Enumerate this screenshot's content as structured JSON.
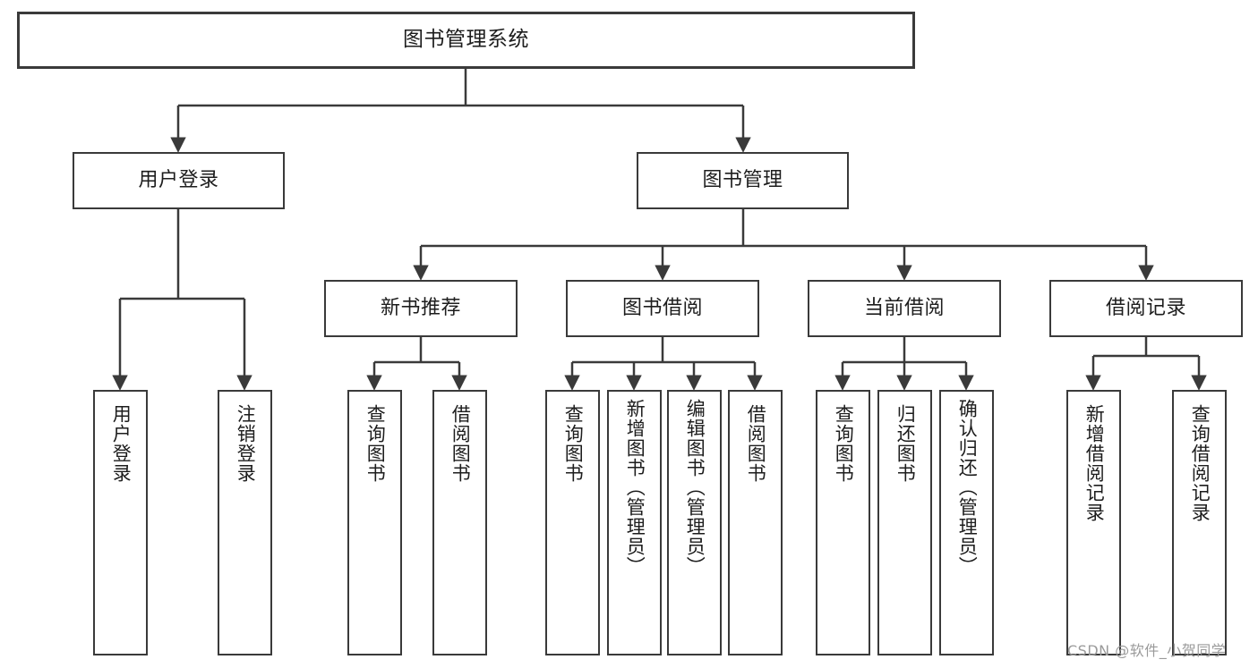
{
  "diagram": {
    "title": "图书管理系统",
    "type": "功能结构图",
    "stroke_color": "#3a3a3a",
    "text_color": "#1d1d1d",
    "background_color": "#ffffff",
    "root": {
      "label": "图书管理系统"
    },
    "level1": [
      {
        "label": "用户登录"
      },
      {
        "label": "图书管理"
      }
    ],
    "level2": [
      {
        "label": "新书推荐"
      },
      {
        "label": "图书借阅"
      },
      {
        "label": "当前借阅"
      },
      {
        "label": "借阅记录"
      }
    ],
    "leaves": {
      "user_login": [
        {
          "label": "用户登录"
        },
        {
          "label": "注销登录"
        }
      ],
      "new_book": [
        {
          "label": "查询图书"
        },
        {
          "label": "借阅图书"
        }
      ],
      "book_borrow": [
        {
          "label": "查询图书"
        },
        {
          "label": "新增图书（管理员）"
        },
        {
          "label": "编辑图书（管理员）"
        },
        {
          "label": "借阅图书"
        }
      ],
      "current_borrow": [
        {
          "label": "查询图书"
        },
        {
          "label": "归还图书"
        },
        {
          "label": "确认归还（管理员）"
        }
      ],
      "borrow_record": [
        {
          "label": "新增借阅记录"
        },
        {
          "label": "查询借阅记录"
        }
      ]
    }
  },
  "watermark": {
    "text": "CSDN @软件_小贺同学"
  }
}
